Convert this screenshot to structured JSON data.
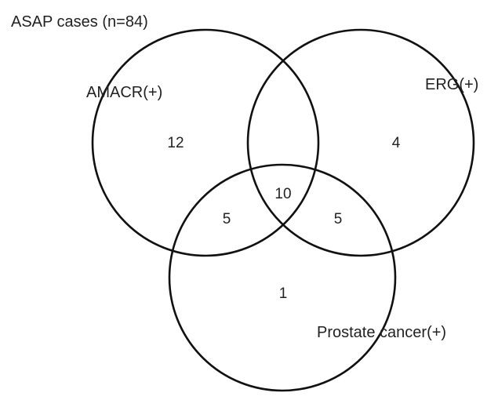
{
  "title": "ASAP cases (n=84)",
  "sets": [
    {
      "id": "amacr",
      "label": "AMACR(+)"
    },
    {
      "id": "erg",
      "label": "ERG(+)"
    },
    {
      "id": "prostate",
      "label": "Prostate cancer(+)"
    }
  ],
  "regions": {
    "amacr_only": "12",
    "erg_only": "4",
    "prostate_only": "1",
    "amacr_prostate": "5",
    "erg_prostate": "5",
    "all_three": "10"
  }
}
